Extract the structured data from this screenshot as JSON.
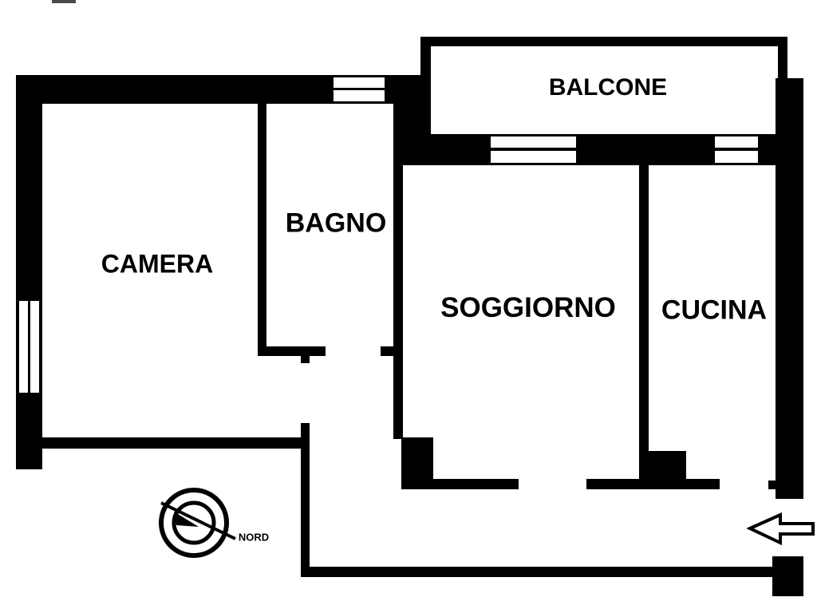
{
  "page": {
    "type": "floor-plan",
    "language": "Italian"
  },
  "colors": {
    "wall": "#000000",
    "background": "#ffffff",
    "artifact": "#4a4a4a"
  },
  "rooms": [
    {
      "id": "camera",
      "label": "CAMERA"
    },
    {
      "id": "bagno",
      "label": "BAGNO"
    },
    {
      "id": "balcone",
      "label": "BALCONE"
    },
    {
      "id": "soggiorno",
      "label": "SOGGIORNO"
    },
    {
      "id": "cucina",
      "label": "CUCINA"
    }
  ],
  "compass": {
    "label": "NORD",
    "icon": "compass"
  },
  "entrance": {
    "icon": "arrow-left"
  }
}
